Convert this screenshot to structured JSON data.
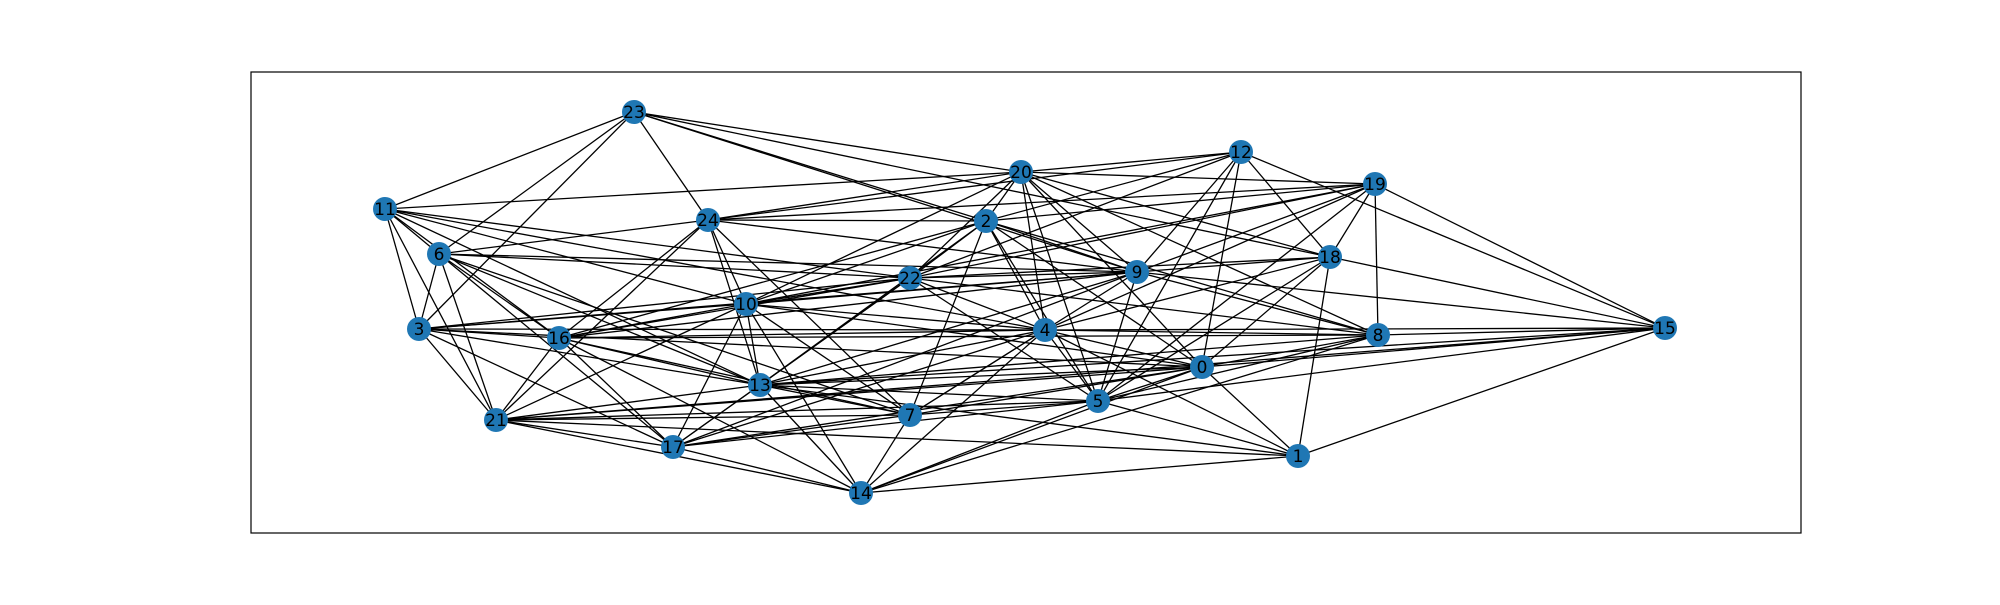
{
  "graph": {
    "node_color": "#1f77b4",
    "edge_color": "#000000",
    "frame_color": "#000000",
    "nodes": [
      {
        "id": 0,
        "label": "0"
      },
      {
        "id": 1,
        "label": "1"
      },
      {
        "id": 2,
        "label": "2"
      },
      {
        "id": 3,
        "label": "3"
      },
      {
        "id": 4,
        "label": "4"
      },
      {
        "id": 5,
        "label": "5"
      },
      {
        "id": 6,
        "label": "6"
      },
      {
        "id": 7,
        "label": "7"
      },
      {
        "id": 8,
        "label": "8"
      },
      {
        "id": 9,
        "label": "9"
      },
      {
        "id": 10,
        "label": "10"
      },
      {
        "id": 11,
        "label": "11"
      },
      {
        "id": 12,
        "label": "12"
      },
      {
        "id": 13,
        "label": "13"
      },
      {
        "id": 14,
        "label": "14"
      },
      {
        "id": 15,
        "label": "15"
      },
      {
        "id": 16,
        "label": "16"
      },
      {
        "id": 17,
        "label": "17"
      },
      {
        "id": 18,
        "label": "18"
      },
      {
        "id": 19,
        "label": "19"
      },
      {
        "id": 20,
        "label": "20"
      },
      {
        "id": 21,
        "label": "21"
      },
      {
        "id": 22,
        "label": "22"
      },
      {
        "id": 23,
        "label": "23"
      },
      {
        "id": 24,
        "label": "24"
      }
    ],
    "edges": [
      [
        23,
        11
      ],
      [
        23,
        6
      ],
      [
        23,
        3
      ],
      [
        23,
        24
      ],
      [
        23,
        20
      ],
      [
        23,
        2
      ],
      [
        23,
        9
      ],
      [
        23,
        18
      ],
      [
        12,
        20
      ],
      [
        12,
        24
      ],
      [
        12,
        22
      ],
      [
        12,
        18
      ],
      [
        12,
        15
      ],
      [
        12,
        0
      ],
      [
        12,
        5
      ],
      [
        12,
        2
      ],
      [
        20,
        24
      ],
      [
        20,
        2
      ],
      [
        20,
        22
      ],
      [
        20,
        9
      ],
      [
        20,
        4
      ],
      [
        20,
        5
      ],
      [
        20,
        0
      ],
      [
        20,
        8
      ],
      [
        20,
        18
      ],
      [
        20,
        19
      ],
      [
        20,
        10
      ],
      [
        20,
        11
      ],
      [
        19,
        24
      ],
      [
        19,
        22
      ],
      [
        19,
        9
      ],
      [
        19,
        18
      ],
      [
        19,
        8
      ],
      [
        19,
        15
      ],
      [
        19,
        4
      ],
      [
        19,
        2
      ],
      [
        19,
        10
      ],
      [
        11,
        3
      ],
      [
        11,
        6
      ],
      [
        11,
        16
      ],
      [
        11,
        21
      ],
      [
        11,
        13
      ],
      [
        11,
        22
      ],
      [
        11,
        4
      ],
      [
        11,
        10
      ],
      [
        24,
        6
      ],
      [
        24,
        16
      ],
      [
        24,
        10
      ],
      [
        24,
        7
      ],
      [
        24,
        9
      ],
      [
        24,
        2
      ],
      [
        24,
        21
      ],
      [
        2,
        22
      ],
      [
        2,
        9
      ],
      [
        2,
        4
      ],
      [
        2,
        5
      ],
      [
        2,
        7
      ],
      [
        2,
        0
      ],
      [
        2,
        16
      ],
      [
        2,
        10
      ],
      [
        2,
        13
      ],
      [
        2,
        8
      ],
      [
        6,
        16
      ],
      [
        6,
        3
      ],
      [
        6,
        13
      ],
      [
        6,
        7
      ],
      [
        6,
        22
      ],
      [
        6,
        21
      ],
      [
        6,
        17
      ],
      [
        6,
        9
      ],
      [
        22,
        10
      ],
      [
        22,
        9
      ],
      [
        22,
        16
      ],
      [
        22,
        4
      ],
      [
        22,
        5
      ],
      [
        22,
        13
      ],
      [
        22,
        3
      ],
      [
        22,
        8
      ],
      [
        9,
        10
      ],
      [
        9,
        13
      ],
      [
        9,
        18
      ],
      [
        9,
        8
      ],
      [
        9,
        16
      ],
      [
        9,
        5
      ],
      [
        9,
        7
      ],
      [
        9,
        17
      ],
      [
        9,
        15
      ],
      [
        9,
        3
      ],
      [
        18,
        4
      ],
      [
        18,
        0
      ],
      [
        18,
        1
      ],
      [
        18,
        15
      ],
      [
        18,
        22
      ],
      [
        18,
        5
      ],
      [
        10,
        3
      ],
      [
        10,
        16
      ],
      [
        10,
        4
      ],
      [
        10,
        13
      ],
      [
        10,
        14
      ],
      [
        10,
        7
      ],
      [
        10,
        21
      ],
      [
        10,
        0
      ],
      [
        10,
        17
      ],
      [
        3,
        16
      ],
      [
        3,
        4
      ],
      [
        3,
        21
      ],
      [
        3,
        13
      ],
      [
        3,
        0
      ],
      [
        3,
        17
      ],
      [
        16,
        4
      ],
      [
        16,
        13
      ],
      [
        16,
        21
      ],
      [
        16,
        17
      ],
      [
        16,
        14
      ],
      [
        16,
        8
      ],
      [
        16,
        7
      ],
      [
        4,
        8
      ],
      [
        4,
        0
      ],
      [
        4,
        5
      ],
      [
        4,
        13
      ],
      [
        4,
        7
      ],
      [
        4,
        1
      ],
      [
        4,
        14
      ],
      [
        4,
        17
      ],
      [
        8,
        0
      ],
      [
        8,
        15
      ],
      [
        8,
        13
      ],
      [
        8,
        14
      ],
      [
        8,
        5
      ],
      [
        15,
        0
      ],
      [
        15,
        5
      ],
      [
        15,
        1
      ],
      [
        15,
        4
      ],
      [
        15,
        13
      ],
      [
        15,
        21
      ],
      [
        0,
        13
      ],
      [
        0,
        5
      ],
      [
        0,
        1
      ],
      [
        0,
        17
      ],
      [
        0,
        21
      ],
      [
        0,
        14
      ],
      [
        0,
        7
      ],
      [
        13,
        5
      ],
      [
        13,
        21
      ],
      [
        13,
        17
      ],
      [
        13,
        7
      ],
      [
        13,
        14
      ],
      [
        13,
        1
      ],
      [
        5,
        21
      ],
      [
        5,
        17
      ],
      [
        5,
        14
      ],
      [
        5,
        7
      ],
      [
        5,
        1
      ],
      [
        7,
        21
      ],
      [
        7,
        17
      ],
      [
        7,
        14
      ],
      [
        21,
        17
      ],
      [
        21,
        14
      ],
      [
        21,
        1
      ],
      [
        1,
        14
      ],
      [
        17,
        14
      ],
      [
        19,
        5
      ],
      [
        12,
        9
      ],
      [
        22,
        17
      ],
      [
        24,
        13
      ]
    ]
  }
}
